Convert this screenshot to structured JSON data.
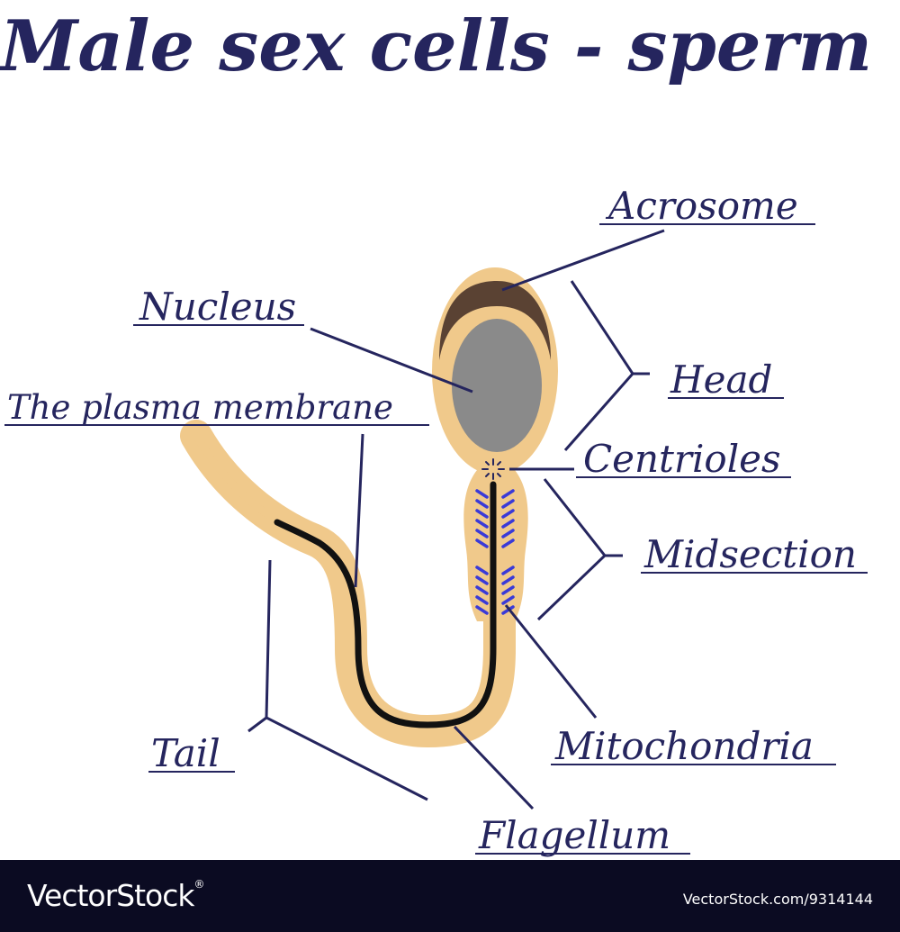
{
  "title": "Male sex cells - sperm",
  "labels": {
    "acrosome": "Acrosome",
    "nucleus": "Nucleus",
    "plasma_membrane": "The plasma membrane",
    "head": "Head",
    "centrioles": "Centrioles",
    "midsection": "Midsection",
    "mitochondria": "Mitochondria",
    "tail": "Tail",
    "flagellum": "Flagellum"
  },
  "footer": {
    "brand": "VectorStock",
    "registered": "®",
    "image_id": "VectorStock.com/9314144"
  },
  "colors": {
    "text": "#25255e",
    "membrane": "#f0c98b",
    "acrosome": "#5a4233",
    "nucleus": "#8a8a8a",
    "mitochondria": "#3a3ad8",
    "flagellum": "#111111",
    "footer_bg": "#0b0b22"
  }
}
